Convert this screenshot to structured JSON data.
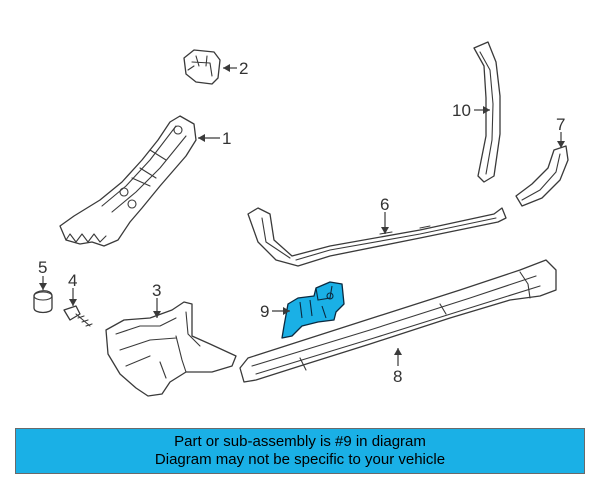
{
  "callouts": [
    {
      "id": "1",
      "label": "1"
    },
    {
      "id": "2",
      "label": "2"
    },
    {
      "id": "3",
      "label": "3"
    },
    {
      "id": "4",
      "label": "4"
    },
    {
      "id": "5",
      "label": "5"
    },
    {
      "id": "6",
      "label": "6"
    },
    {
      "id": "7",
      "label": "7"
    },
    {
      "id": "8",
      "label": "8"
    },
    {
      "id": "9",
      "label": "9"
    },
    {
      "id": "10",
      "label": "10"
    }
  ],
  "highlighted_part": "9",
  "colors": {
    "highlight": "#1ab0e6",
    "banner": "#1ab0e6",
    "line": "#3a3a3a"
  },
  "banner": {
    "line1": "Part or sub-assembly is #9 in diagram",
    "line2": "Diagram may not be specific to your vehicle"
  }
}
